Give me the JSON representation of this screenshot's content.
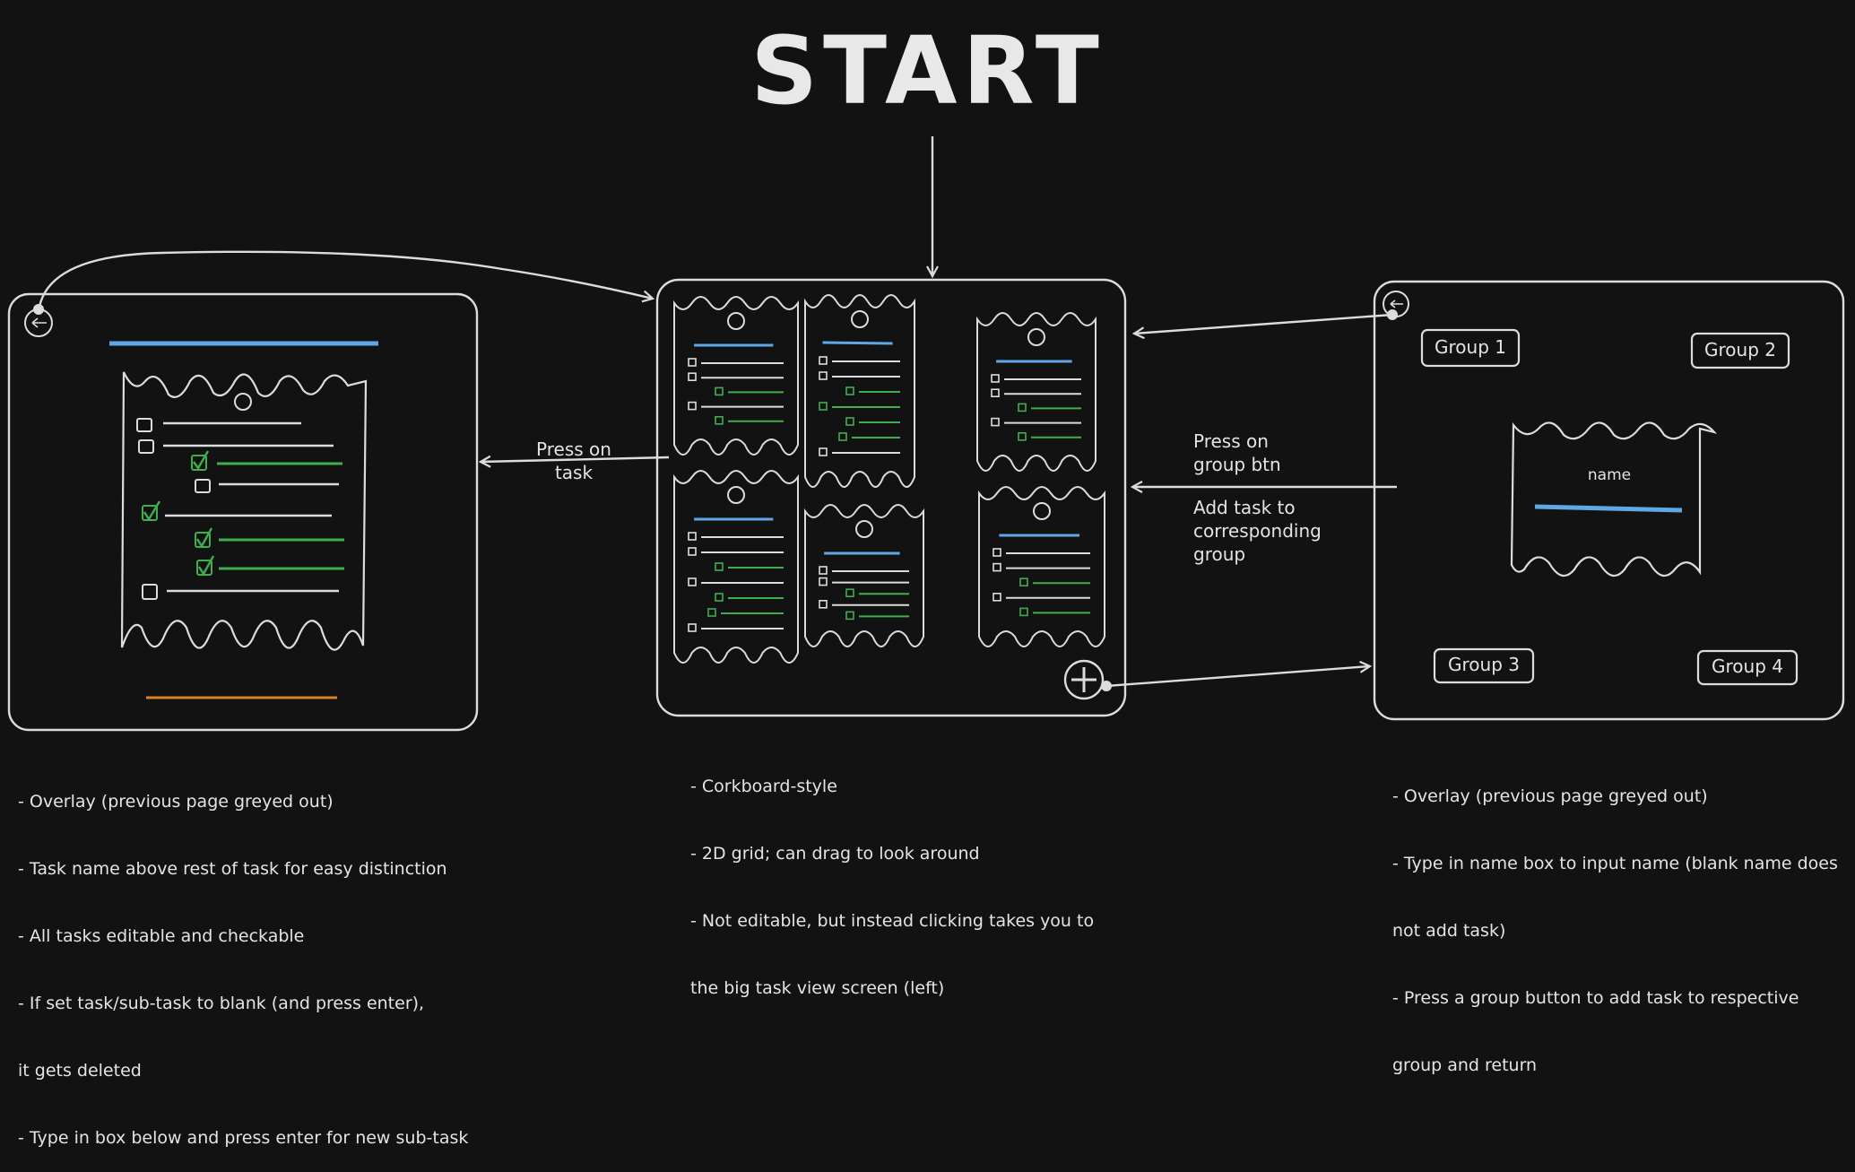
{
  "title": "START",
  "task_view": {
    "notes": [
      "- Overlay (previous page greyed out)",
      "- Task name above rest of task for easy distinction",
      "- All tasks editable and checkable",
      "- If set task/sub-task to blank (and press enter),",
      "it gets deleted",
      "- Type in box below and press enter for new sub-task"
    ]
  },
  "corkboard": {
    "notes": [
      "- Corkboard-style",
      "- 2D grid; can drag to look around",
      "- Not editable, but instead clicking takes you to",
      "the big task view screen (left)"
    ],
    "press_on_task": [
      "Press on",
      "task"
    ]
  },
  "add_task": {
    "name_label": "name",
    "groups": [
      "Group 1",
      "Group 2",
      "Group 3",
      "Group 4"
    ],
    "press_on_group": [
      "Press on",
      "group btn"
    ],
    "add_task_label": [
      "Add task to",
      "corresponding",
      "group"
    ],
    "notes": [
      "- Overlay (previous page greyed out)",
      "- Type in name box to input name (blank name does",
      "not add task)",
      "- Press a group button to add task to respective",
      "group and return"
    ]
  },
  "colors": {
    "background": "#121212",
    "stroke": "#dcdcdc",
    "title_line": "#5fa8e8",
    "check": "#3fae4f",
    "input_line": "#d9821e"
  }
}
